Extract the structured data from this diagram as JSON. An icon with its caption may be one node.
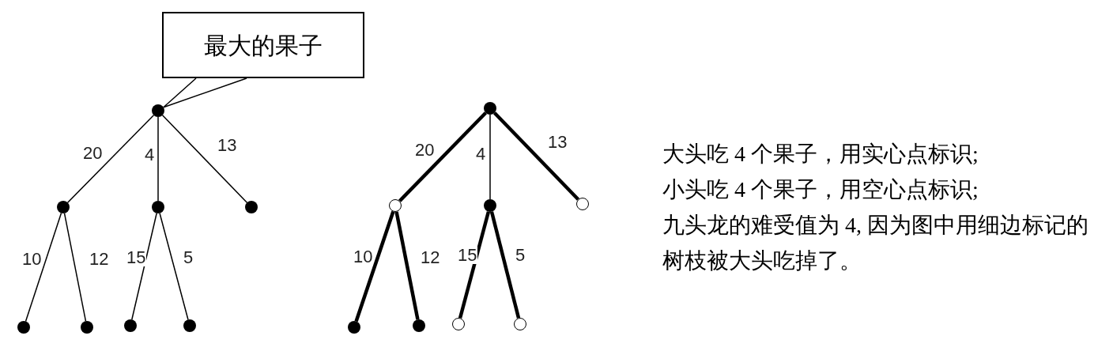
{
  "diagram": {
    "nodes": [
      {
        "text": [
          "最大的果子"
        ]
      },
      {
        "text": [],
        "shape": "dot"
      },
      {
        "text": [],
        "shape": "dot"
      },
      {
        "text": [],
        "shape": "dot"
      },
      {
        "text": [],
        "shape": "dot"
      },
      {
        "text": [],
        "shape": "dot"
      },
      {
        "text": [],
        "shape": "dot"
      },
      {
        "text": [],
        "shape": "dot"
      },
      {
        "text": [],
        "shape": "dot"
      },
      {
        "text": [],
        "shape": "dot"
      },
      {
        "text": [],
        "shape": "circle"
      },
      {
        "text": [],
        "shape": "dot"
      },
      {
        "text": [],
        "shape": "circle"
      },
      {
        "text": [],
        "shape": "dot"
      },
      {
        "text": [],
        "shape": "dot"
      },
      {
        "text": [],
        "shape": "circle"
      },
      {
        "text": [],
        "shape": "circle"
      }
    ],
    "edges": [
      {
        "from": 0,
        "to": 1,
        "arrow": "none"
      },
      {
        "from": 1,
        "to": 2,
        "arrow": "none",
        "label": "20"
      },
      {
        "from": 1,
        "to": 3,
        "arrow": "none",
        "label": "4"
      },
      {
        "from": 1,
        "to": 4,
        "arrow": "none",
        "label": "13"
      },
      {
        "from": 2,
        "to": 5,
        "arrow": "none",
        "label": "10"
      },
      {
        "from": 2,
        "to": 6,
        "arrow": "none",
        "label": "12"
      },
      {
        "from": 3,
        "to": 7,
        "arrow": "none",
        "label": "15"
      },
      {
        "from": 3,
        "to": 8,
        "arrow": "none",
        "label": "5"
      },
      {
        "from": 9,
        "to": 10,
        "arrow": "none",
        "label": "20",
        "style": "thick"
      },
      {
        "from": 9,
        "to": 11,
        "arrow": "none",
        "label": "4"
      },
      {
        "from": 9,
        "to": 12,
        "arrow": "none",
        "label": "13",
        "style": "thick"
      },
      {
        "from": 10,
        "to": 13,
        "arrow": "none",
        "label": "10",
        "style": "thick"
      },
      {
        "from": 10,
        "to": 14,
        "arrow": "none",
        "label": "12",
        "style": "thick"
      },
      {
        "from": 11,
        "to": 15,
        "arrow": "none",
        "label": "15",
        "style": "thick"
      },
      {
        "from": 11,
        "to": 16,
        "arrow": "none",
        "label": "5",
        "style": "thick"
      }
    ],
    "labels": [
      "大头吃 4 个果子，用实心点标识;",
      "小头吃 4 个果子，用空心点标识;",
      "九头龙的难受值为 4, 因为图中用细边标记的树枝被大头吃掉了。"
    ]
  }
}
